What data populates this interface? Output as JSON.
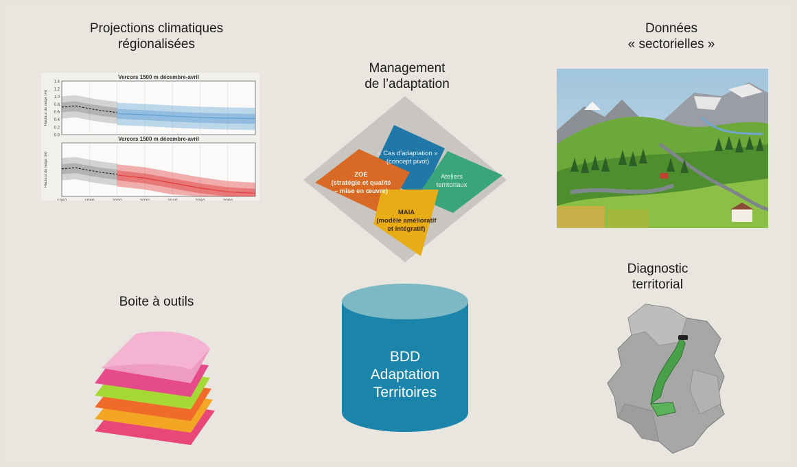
{
  "labels": {
    "projections_line1": "Projections climatiques",
    "projections_line2": "régionalisées",
    "management_line1": "Management",
    "management_line2": "de l’adaptation",
    "donnees_line1": "Données",
    "donnees_line2": "« sectorielles »",
    "boite": "Boite à outils",
    "diagnostic_line1": "Diagnostic",
    "diagnostic_line2": "territorial"
  },
  "database": {
    "line1": "BDD",
    "line2": "Adaptation",
    "line3": "Territoires",
    "color": "#1a84aa"
  },
  "diamond": {
    "cas_line1": "« Cas d’adaptation »",
    "cas_line2": "(concept pivot)",
    "zoe_line1": "ZOE",
    "zoe_line2": "(stratégie et qualité",
    "zoe_line3": "– mise en œuvre)",
    "ateliers_line1": "Ateliers",
    "ateliers_line2": "territoriaux",
    "maia_line1": "MAIA",
    "maia_line2": "(modèle amélioratif",
    "maia_line3": "et intégratif)",
    "colors": {
      "cas": "#1f78a8",
      "zoe": "#d96a26",
      "ateliers": "#3aa57a",
      "maia": "#e8ad16",
      "frame": "#c9c6c2"
    }
  },
  "chart_data": [
    {
      "type": "area",
      "title": "Vercors 1500 m décembre-avril",
      "ylabel": "Hauteur de neige (m)",
      "ylim": [
        0,
        1.4
      ],
      "xlim": [
        1960,
        2100
      ],
      "yticks": [
        "1.4",
        "1.2",
        "1.0",
        "0.8",
        "0.6",
        "0.4",
        "0.2",
        "0.0"
      ],
      "series": [
        {
          "x": [
            1960,
            1970,
            1980,
            1990,
            2000
          ],
          "values": [
            0.72,
            0.75,
            0.68,
            0.62,
            0.58
          ]
        },
        {
          "x": [
            2000,
            2020,
            2040,
            2060,
            2080,
            2100
          ],
          "values": [
            0.55,
            0.52,
            0.48,
            0.45,
            0.43,
            0.42
          ]
        }
      ],
      "color": "#5fa0d4"
    },
    {
      "type": "area",
      "title": "Vercors 1500 m décembre-avril",
      "ylabel": "Hauteur de neige (m)",
      "ylim": [
        0,
        1.4
      ],
      "xlim": [
        1960,
        2100
      ],
      "xticks": [
        "1960",
        "1980",
        "2000",
        "2020",
        "2040",
        "2060",
        "2080"
      ],
      "series": [
        {
          "x": [
            1960,
            1970,
            1980,
            1990,
            2000
          ],
          "values": [
            0.72,
            0.75,
            0.68,
            0.62,
            0.58
          ]
        },
        {
          "x": [
            2000,
            2020,
            2040,
            2060,
            2080,
            2100
          ],
          "values": [
            0.56,
            0.48,
            0.35,
            0.22,
            0.12,
            0.08
          ]
        }
      ],
      "color": "#e03a3a"
    }
  ]
}
